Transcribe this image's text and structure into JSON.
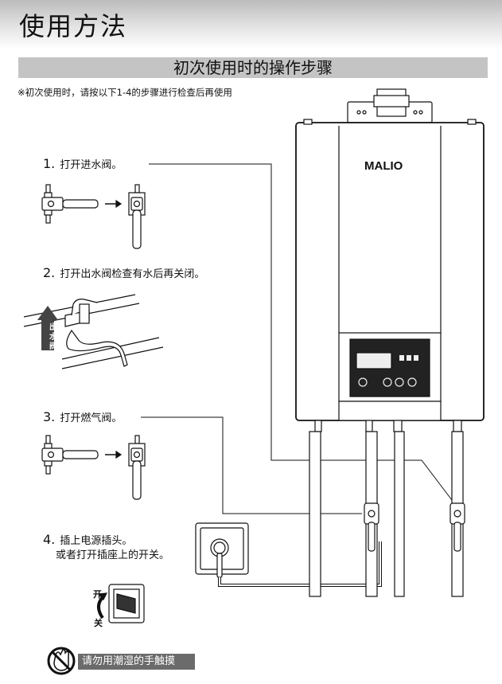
{
  "page": {
    "title": "使用方法",
    "section_title": "初次使用时的操作步骤",
    "notice": "※初次使用时，请按以下1-4的步骤进行检查后再使用"
  },
  "steps": [
    {
      "num": "1.",
      "text": "打开进水阀。"
    },
    {
      "num": "2.",
      "text": "打开出水阀检查有水后再关闭。"
    },
    {
      "num": "3.",
      "text": "打开燃气阀。"
    },
    {
      "num": "4.",
      "text": "插上电源插头。",
      "text2": "或者打开插座上的开关。"
    }
  ],
  "faucet_label": "出水阀",
  "switch_labels": {
    "on": "开",
    "off": "关"
  },
  "warning": {
    "text": "请勿用潮湿的手触摸",
    "icon": "no-wet-hands-icon"
  },
  "heater": {
    "brand": "MALIO"
  },
  "icons": [
    "water-valve-icon",
    "faucet-icon",
    "gas-valve-icon",
    "power-socket-icon",
    "power-switch-icon",
    "water-heater-icon"
  ]
}
